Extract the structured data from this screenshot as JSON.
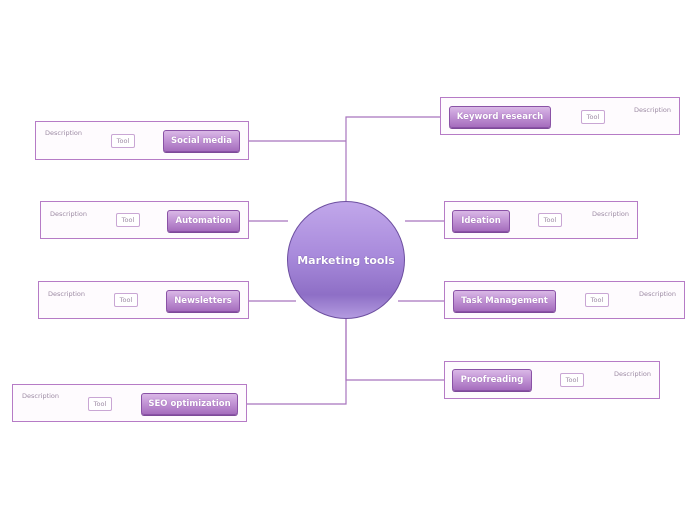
{
  "center": {
    "label": "Marketing tools"
  },
  "branches": [
    {
      "id": "social-media",
      "label": "Social media",
      "tool": "Tool",
      "description": "Description"
    },
    {
      "id": "automation",
      "label": "Automation",
      "tool": "Tool",
      "description": "Description"
    },
    {
      "id": "newsletters",
      "label": "Newsletters",
      "tool": "Tool",
      "description": "Description"
    },
    {
      "id": "seo-optimization",
      "label": "SEO optimization",
      "tool": "Tool",
      "description": "Description"
    },
    {
      "id": "keyword-research",
      "label": "Keyword research",
      "tool": "Tool",
      "description": "Description"
    },
    {
      "id": "ideation",
      "label": "Ideation",
      "tool": "Tool",
      "description": "Description"
    },
    {
      "id": "task-management",
      "label": "Task Management",
      "tool": "Tool",
      "description": "Description"
    },
    {
      "id": "proofreading",
      "label": "Proofreading",
      "tool": "Tool",
      "description": "Description"
    }
  ],
  "colors": {
    "line": "#a874bd",
    "center": "#a98bdc",
    "topic": "#c295d5"
  }
}
